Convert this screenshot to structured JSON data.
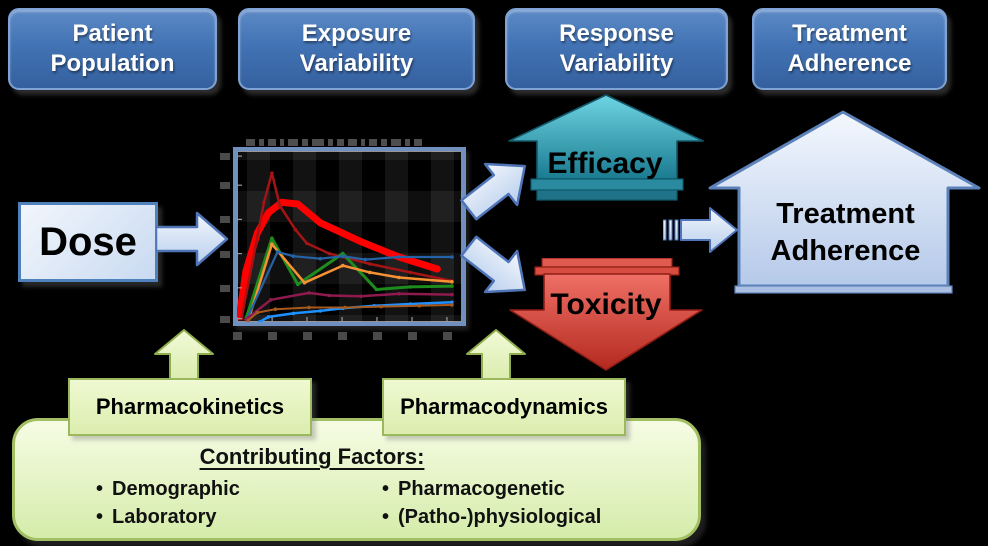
{
  "top_boxes": [
    {
      "label": "Patient\nPopulation"
    },
    {
      "label": "Exposure\nVariability"
    },
    {
      "label": "Response\nVariability"
    },
    {
      "label": "Treatment\nAdherence"
    }
  ],
  "dose": {
    "label": "Dose"
  },
  "efficacy": {
    "label": "Efficacy"
  },
  "toxicity": {
    "label": "Toxicity"
  },
  "treatment_adherence_arrow": {
    "label": "Treatment\nAdherence"
  },
  "pharmacokinetics": {
    "label": "Pharmacokinetics"
  },
  "pharmacodynamics": {
    "label": "Pharmacodynamics"
  },
  "contributing_factors": {
    "title": "Contributing Factors:",
    "bullet": "•",
    "left_items": [
      "Demographic",
      "Laboratory"
    ],
    "right_items": [
      "Pharmacogenetic",
      "(Patho-)physiological"
    ]
  },
  "colors": {
    "background": "#000000",
    "blue_box_top": "#5d8ac6",
    "blue_box_bottom": "#35609f",
    "light_blue_arrow_fill": "#dde8f8",
    "light_blue_arrow_border": "#4f74b8",
    "efficacy_top": "#6fd4e2",
    "efficacy_bottom": "#1b7b91",
    "toxicity_top": "#ef7066",
    "toxicity_bottom": "#b4291f",
    "big_arrow_top": "#f4f8fe",
    "big_arrow_bottom": "#b5c9e9",
    "green_fill": "#e9f6c5",
    "green_border": "#9cb85e",
    "chart_frame": "#7090c0"
  },
  "chart_data": {
    "type": "line",
    "title": "",
    "xlabel": "",
    "ylabel": "",
    "note": "axis tick labels and title are illegible smudges in source; coordinates normalized 0-1 of plot area",
    "xlim": [
      0,
      1
    ],
    "ylim": [
      0,
      1
    ],
    "grid": false,
    "legend_position": "none",
    "series": [
      {
        "name": "bold-red-concentration",
        "color": "#ff0000",
        "width": 7,
        "markers": false,
        "points": [
          [
            0.01,
            0.03
          ],
          [
            0.04,
            0.3
          ],
          [
            0.09,
            0.52
          ],
          [
            0.14,
            0.64
          ],
          [
            0.2,
            0.7
          ],
          [
            0.27,
            0.69
          ],
          [
            0.37,
            0.58
          ],
          [
            0.55,
            0.47
          ],
          [
            0.72,
            0.38
          ],
          [
            0.89,
            0.31
          ]
        ]
      },
      {
        "name": "dark-red-peak",
        "color": "#a51414",
        "width": 2.5,
        "markers": true,
        "points": [
          [
            0.02,
            0.02
          ],
          [
            0.12,
            0.7
          ],
          [
            0.155,
            0.87
          ],
          [
            0.19,
            0.68
          ],
          [
            0.26,
            0.54
          ],
          [
            0.31,
            0.46
          ],
          [
            0.41,
            0.4
          ],
          [
            0.59,
            0.34
          ],
          [
            0.77,
            0.29
          ],
          [
            0.955,
            0.24
          ]
        ]
      },
      {
        "name": "green-zigzag",
        "color": "#1d8c1d",
        "width": 3,
        "markers": true,
        "points": [
          [
            0.04,
            0.02
          ],
          [
            0.155,
            0.49
          ],
          [
            0.27,
            0.22
          ],
          [
            0.47,
            0.4
          ],
          [
            0.62,
            0.19
          ],
          [
            0.77,
            0.205
          ],
          [
            0.955,
            0.21
          ]
        ]
      },
      {
        "name": "orange-zigzag",
        "color": "#f79233",
        "width": 2.5,
        "markers": true,
        "points": [
          [
            0.05,
            0.01
          ],
          [
            0.155,
            0.455
          ],
          [
            0.3,
            0.23
          ],
          [
            0.47,
            0.33
          ],
          [
            0.59,
            0.29
          ],
          [
            0.72,
            0.26
          ],
          [
            0.955,
            0.235
          ]
        ]
      },
      {
        "name": "steel-blue-flat",
        "color": "#2563a8",
        "width": 2.2,
        "markers": true,
        "points": [
          [
            0.045,
            0.02
          ],
          [
            0.18,
            0.41
          ],
          [
            0.25,
            0.385
          ],
          [
            0.37,
            0.37
          ],
          [
            0.47,
            0.385
          ],
          [
            0.57,
            0.365
          ],
          [
            0.72,
            0.38
          ],
          [
            0.955,
            0.38
          ]
        ]
      },
      {
        "name": "maroon-low",
        "color": "#8e1a4e",
        "width": 2.5,
        "markers": true,
        "points": [
          [
            0.04,
            0.015
          ],
          [
            0.15,
            0.13
          ],
          [
            0.32,
            0.17
          ],
          [
            0.41,
            0.155
          ],
          [
            0.55,
            0.15
          ],
          [
            0.72,
            0.165
          ],
          [
            0.955,
            0.16
          ]
        ]
      },
      {
        "name": "bright-blue-rising",
        "color": "#1e90ff",
        "width": 2.5,
        "markers": true,
        "points": [
          [
            0.1,
            0.0
          ],
          [
            0.14,
            0.03
          ],
          [
            0.25,
            0.05
          ],
          [
            0.37,
            0.065
          ],
          [
            0.47,
            0.08
          ],
          [
            0.61,
            0.095
          ],
          [
            0.77,
            0.105
          ],
          [
            0.955,
            0.115
          ]
        ]
      },
      {
        "name": "brown-bottom",
        "color": "#a85a1e",
        "width": 2,
        "markers": true,
        "points": [
          [
            0.05,
            0.01
          ],
          [
            0.09,
            0.055
          ],
          [
            0.17,
            0.075
          ],
          [
            0.32,
            0.085
          ],
          [
            0.48,
            0.085
          ],
          [
            0.64,
            0.09
          ],
          [
            0.81,
            0.095
          ],
          [
            0.955,
            0.1
          ]
        ]
      }
    ],
    "layout": {
      "x_ticks_fx": [
        0.0,
        0.156,
        0.311,
        0.467,
        0.622,
        0.778,
        0.933
      ],
      "y_ticks_fy": [
        0.02,
        0.2,
        0.4,
        0.6,
        0.8,
        0.97
      ],
      "title_mark_widths": [
        9,
        5,
        8,
        4,
        10,
        6,
        12,
        5,
        7,
        9,
        4,
        8,
        6,
        10,
        5,
        8
      ]
    }
  }
}
